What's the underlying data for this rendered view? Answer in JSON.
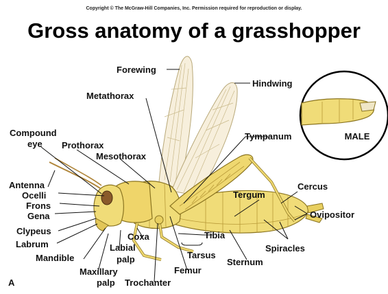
{
  "copyright": "Copyright © The McGraw-Hill Companies, Inc. Permission required for reproduction or display.",
  "title": "Gross anatomy of a grasshopper",
  "panel_letter": "A",
  "inset_label": "MALE",
  "labels": {
    "forewing": "Forewing",
    "hindwing": "Hindwing",
    "metathorax": "Metathorax",
    "compound_eye_1": "Compound",
    "compound_eye_2": "eye",
    "prothorax": "Prothorax",
    "mesothorax": "Mesothorax",
    "tympanum": "Tympanum",
    "antenna": "Antenna",
    "ocelli": "Ocelli",
    "frons": "Frons",
    "gena": "Gena",
    "clypeus": "Clypeus",
    "labrum": "Labrum",
    "mandible": "Mandible",
    "maxillary_palp_1": "Maxillary",
    "maxillary_palp_2": "palp",
    "labial_palp_1": "Labial",
    "labial_palp_2": "palp",
    "coxa": "Coxa",
    "trochanter": "Trochanter",
    "femur": "Femur",
    "tibia": "Tibia",
    "tarsus": "Tarsus",
    "sternum": "Sternum",
    "spiracles": "Spiracles",
    "tergum": "Tergum",
    "cercus": "Cercus",
    "ovipositor": "Ovipositor"
  },
  "colors": {
    "body": "#f0dc78",
    "body_shade": "#d9be4c",
    "outline": "#8a7420",
    "wing": "#f7efdc",
    "wing_vein": "#c9b98a",
    "eye": "#8a5a2a"
  }
}
